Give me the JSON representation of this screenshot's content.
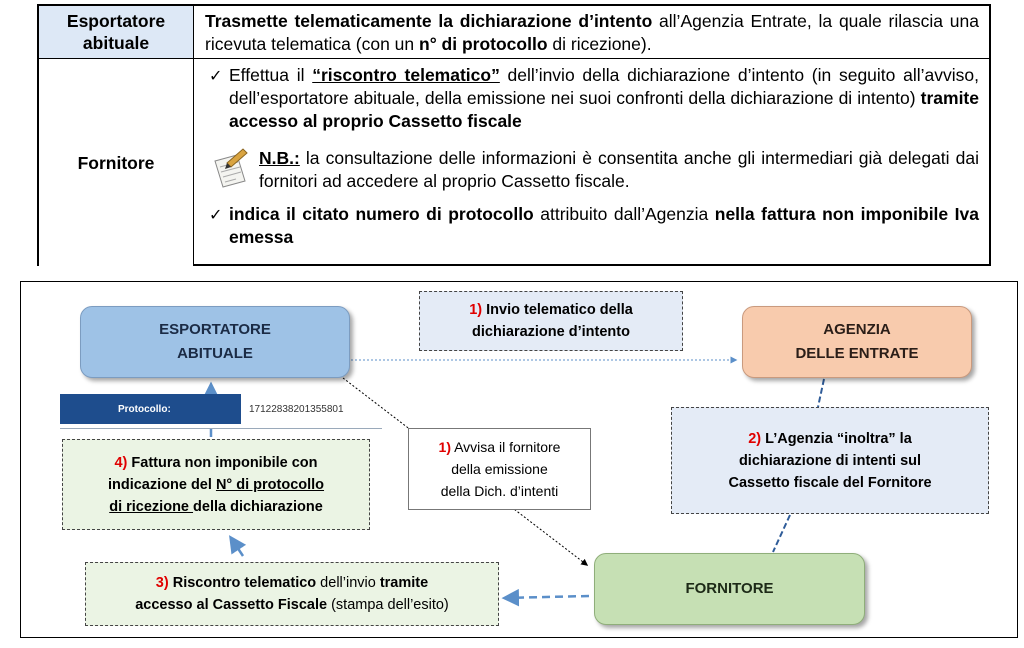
{
  "table": {
    "row1": {
      "label_line1": "Esportatore",
      "label_line2": "abituale",
      "text_bold_1": "Trasmette telematicamente la dichiarazione d’intento",
      "text_1": " all’Agenzia Entrate, la quale rilascia una ricevuta telematica (con un ",
      "text_bold_2": "n° di protocollo",
      "text_2": " di ricezione)."
    },
    "row2": {
      "label": "Fornitore",
      "bullet1": {
        "check": "✓",
        "pre": "Effettua il ",
        "bold_underline": "“riscontro telematico”",
        "mid": " dell’invio della dichiarazione d’intento (in seguito all’avviso, dell’esportatore abituale, della emissione nei suoi confronti della dichiarazione di intento) ",
        "bold_end": "tramite accesso al proprio Cassetto fiscale"
      },
      "nb": {
        "icon": "note-pencil-icon",
        "label": "N.B.:",
        "text": " la consultazione delle informazioni è consentita anche gli intermediari già delegati dai fornitori ad accedere al proprio Cassetto fiscale."
      },
      "bullet2": {
        "check": "✓",
        "bold_1": "indica il citato numero di protocollo",
        "mid": " attribuito dall’Agenzia ",
        "bold_2": "nella fattura non imponibile Iva emessa"
      }
    }
  },
  "diagram": {
    "esportatore": {
      "line1": "ESPORTATORE",
      "line2": "ABITUALE"
    },
    "agenzia": {
      "line1": "AGENZIA",
      "line2": "DELLE ENTRATE"
    },
    "fornitore": {
      "label": "FORNITORE"
    },
    "step1_invio": {
      "num": "1)",
      "line1": " Invio telematico della",
      "line2": "dichiarazione d’intento"
    },
    "step1_avvisa": {
      "num": "1)",
      "line1": " Avvisa il fornitore",
      "line2": "della emissione",
      "line3": "della Dich. d’intenti"
    },
    "step2": {
      "num": "2)",
      "line1": " L’Agenzia “inoltra” la",
      "line2": "dichiarazione di intenti sul",
      "line3": "Cassetto fiscale del Fornitore"
    },
    "step3": {
      "num": "3)",
      "bold1": " Riscontro telematico",
      "text1": " dell’invio ",
      "bold2": "tramite",
      "bold3": "accesso al Cassetto Fiscale",
      "text2": " (stampa dell’esito)"
    },
    "step4": {
      "num": "4)",
      "line1": " Fattura non imponibile con",
      "line2_pre": "indicazione del ",
      "line2_u": "N° di protocollo",
      "line3_u": "di ricezione ",
      "line3_post": "della dichiarazione"
    },
    "protocol": {
      "label": "Protocollo:",
      "value": "17122838201355801"
    },
    "colors": {
      "esportatore": "#9ec2e6",
      "agenzia": "#f8cbad",
      "fornitore": "#c6e0b4",
      "arrow": "#5b8fc9",
      "step_number": "#e00000"
    }
  }
}
